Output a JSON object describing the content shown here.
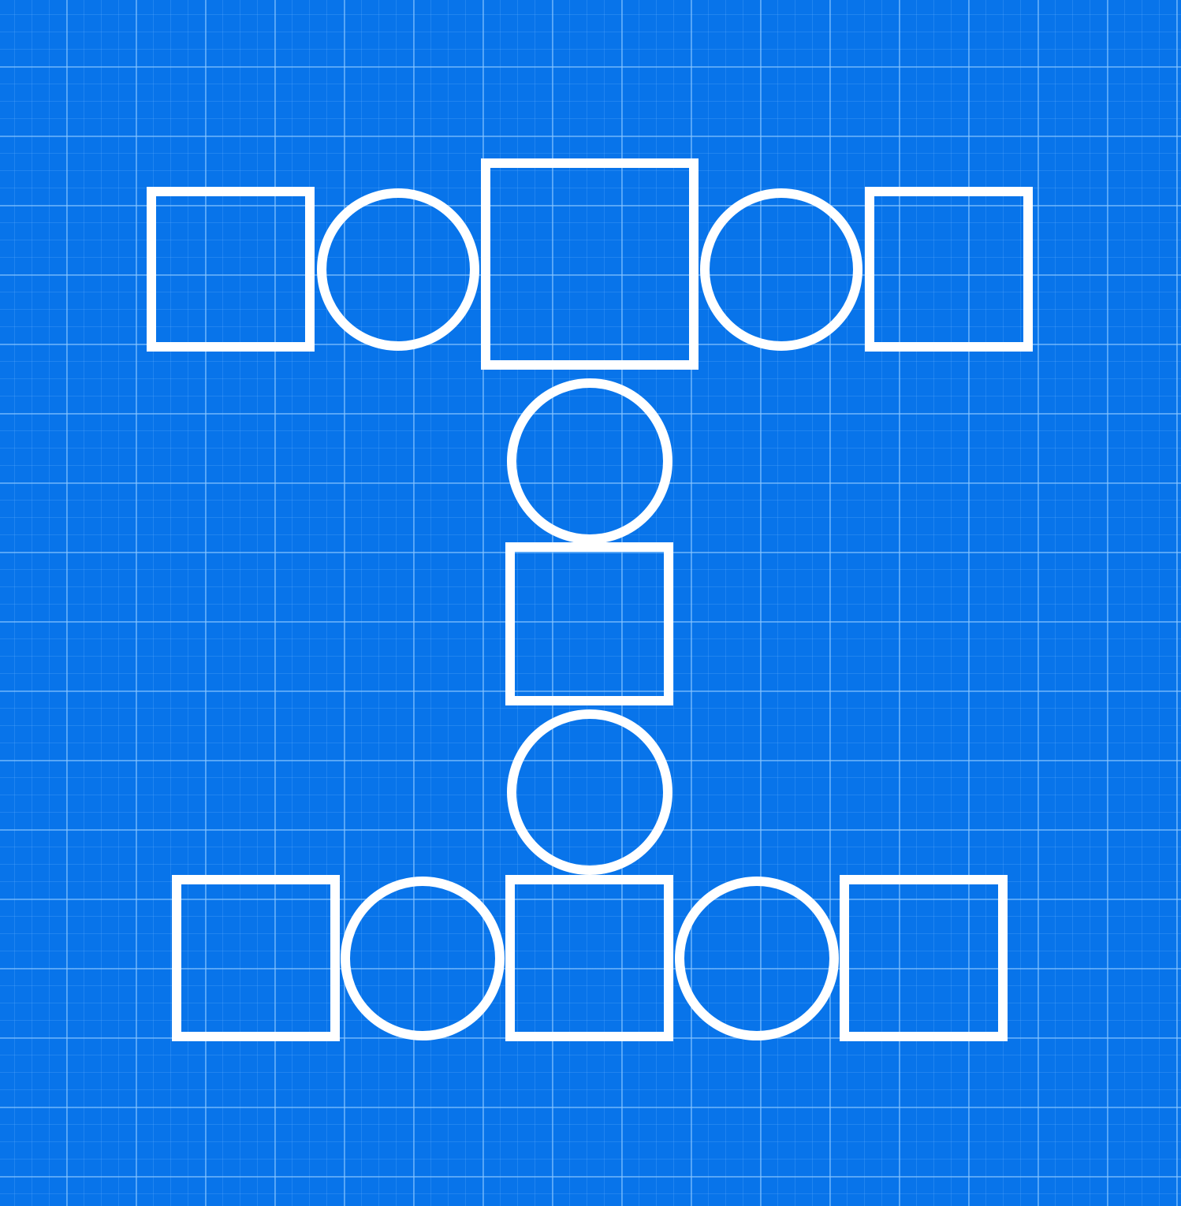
{
  "diagram": {
    "background_color": "#0874ea",
    "grid": true,
    "stroke_color": "#ffffff",
    "shapes": [
      {
        "id": "top-square-1",
        "kind": "square"
      },
      {
        "id": "top-circle-1",
        "kind": "circle"
      },
      {
        "id": "top-center-square",
        "kind": "square"
      },
      {
        "id": "top-circle-2",
        "kind": "circle"
      },
      {
        "id": "top-square-2",
        "kind": "square"
      },
      {
        "id": "stem-circle-1",
        "kind": "circle"
      },
      {
        "id": "stem-square",
        "kind": "square"
      },
      {
        "id": "stem-circle-2",
        "kind": "circle"
      },
      {
        "id": "bottom-square-1",
        "kind": "square"
      },
      {
        "id": "bottom-circle-1",
        "kind": "circle"
      },
      {
        "id": "bottom-center-square",
        "kind": "square"
      },
      {
        "id": "bottom-circle-2",
        "kind": "circle"
      },
      {
        "id": "bottom-square-2",
        "kind": "square"
      }
    ]
  }
}
